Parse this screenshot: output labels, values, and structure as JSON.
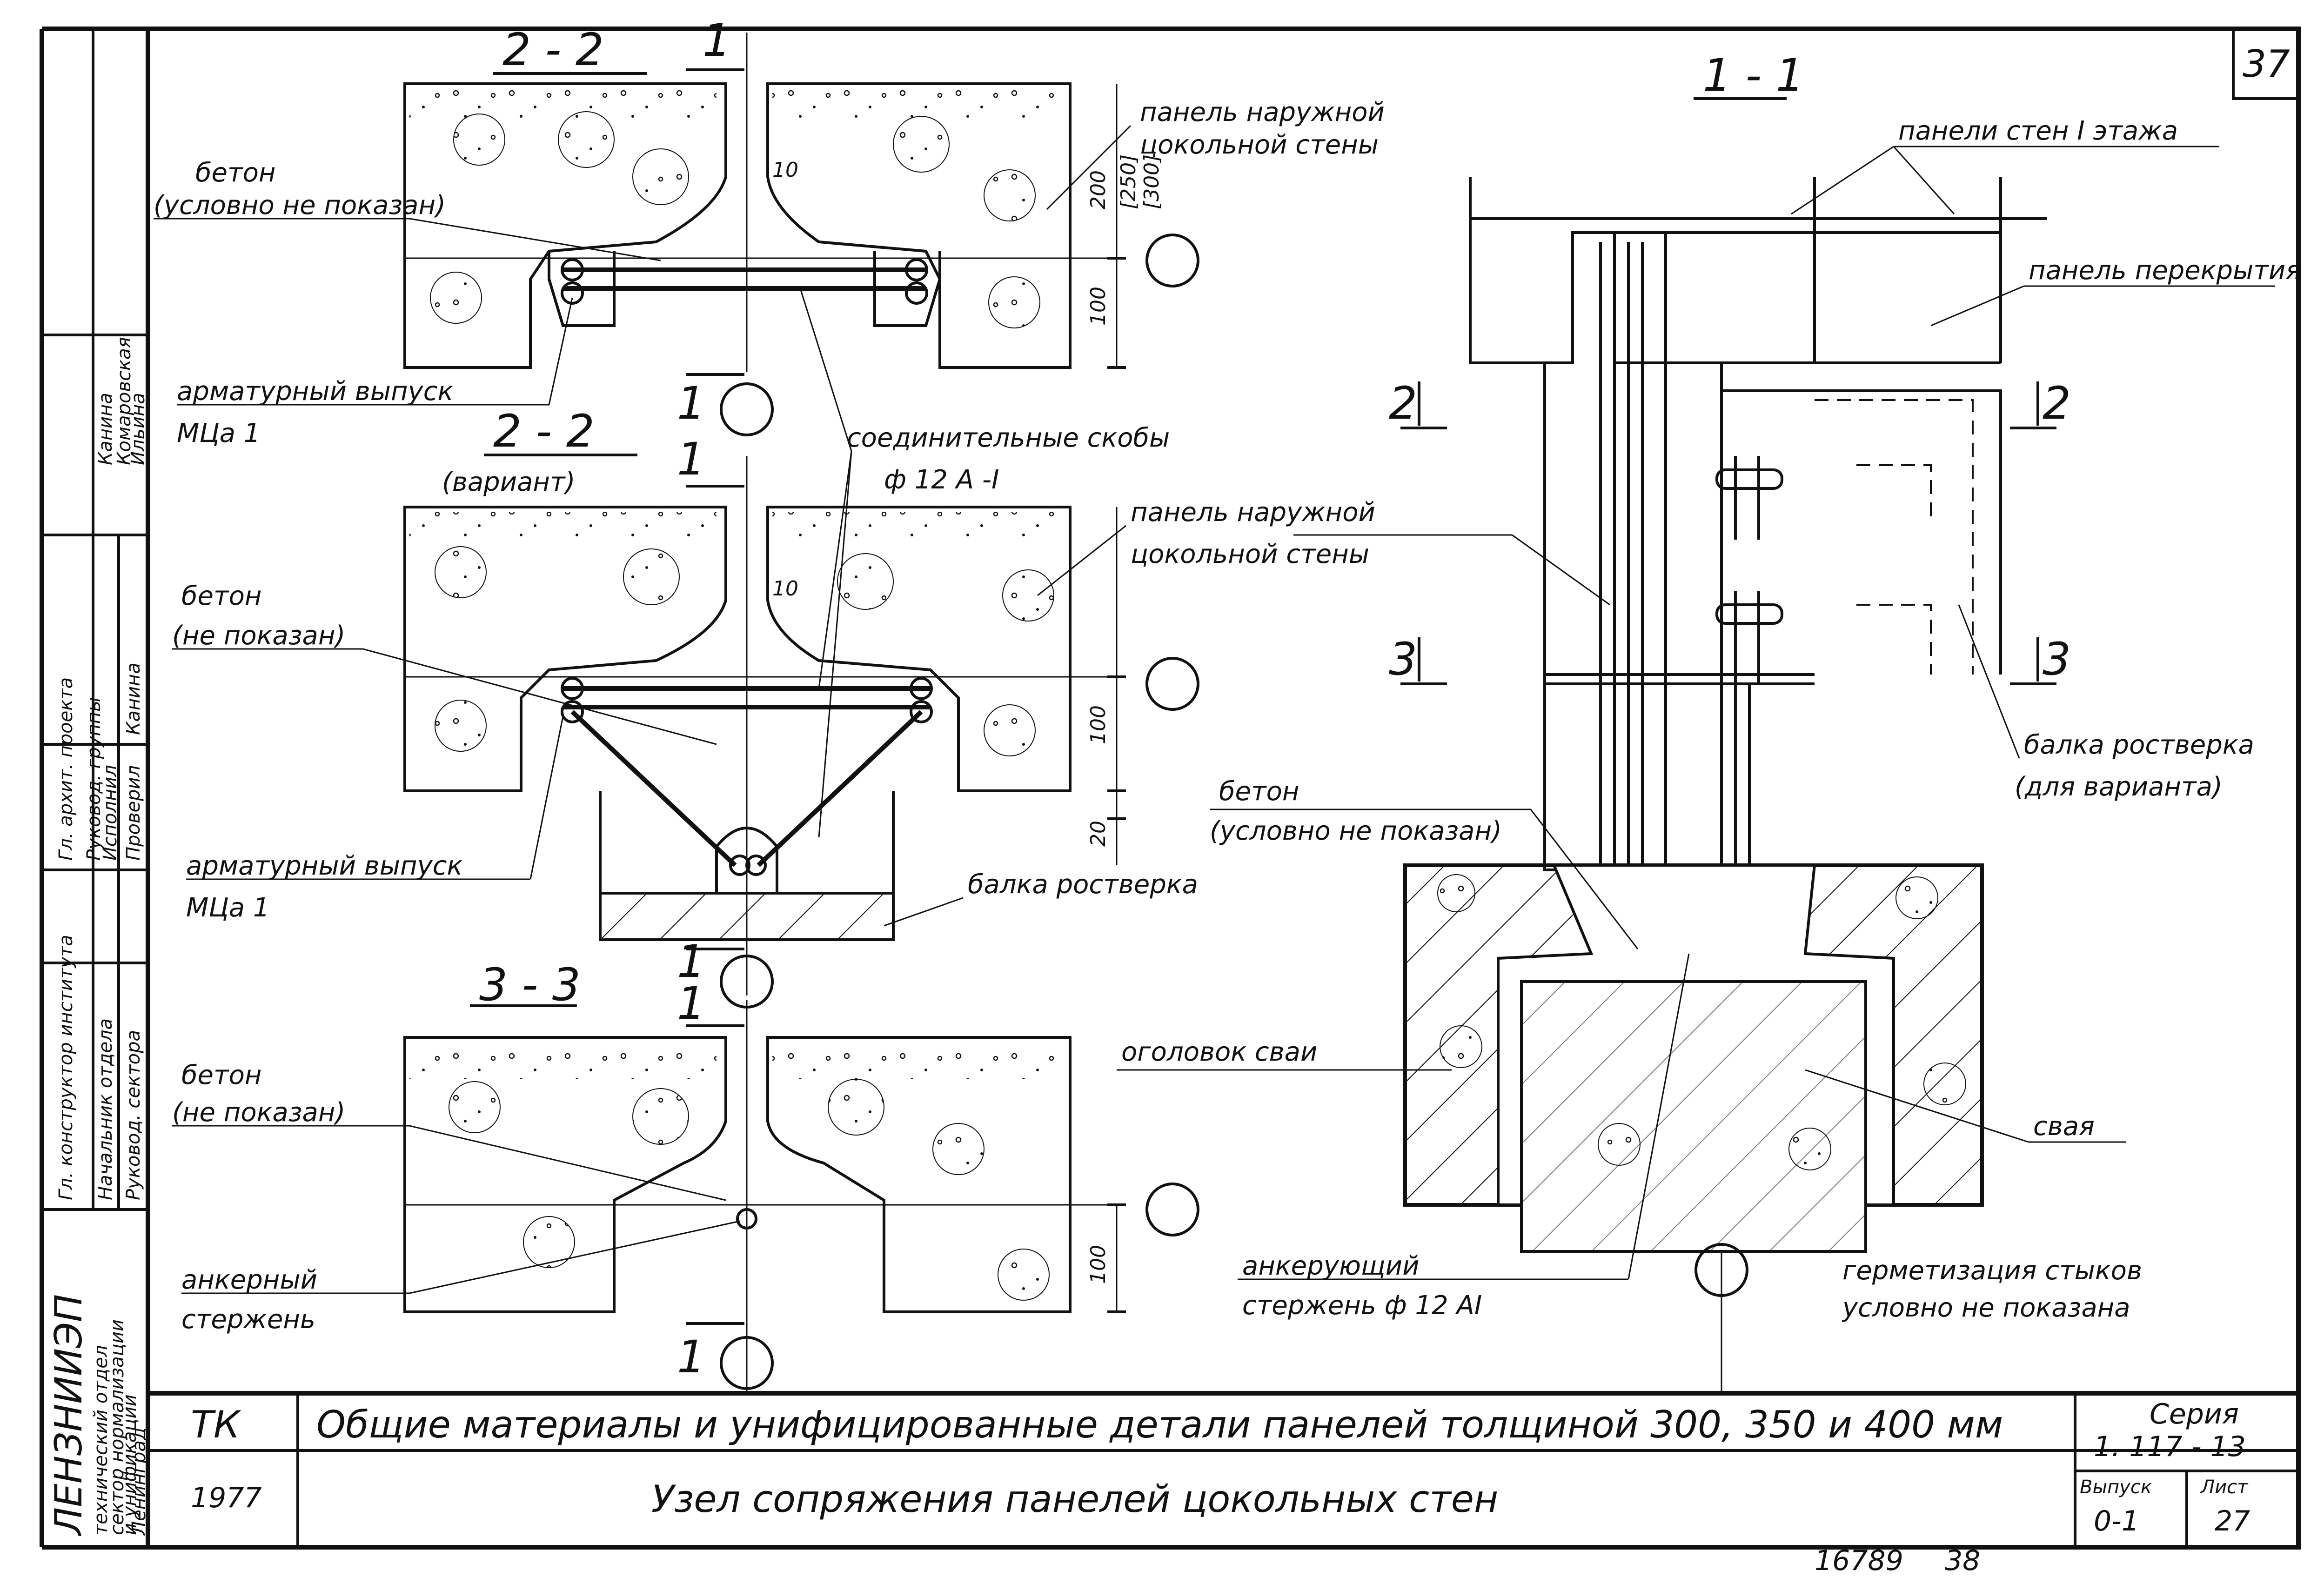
{
  "sheet_number": "37",
  "bottom_note": {
    "code": "16789",
    "page": "38"
  },
  "sections": {
    "s22_a": "2 - 2",
    "s22_b": "2 - 2",
    "s22_b_note": "(вариант)",
    "s33": "3 - 3",
    "s11": "1 - 1",
    "cut_1": "1",
    "cut_2": "2",
    "cut_3": "3"
  },
  "labels": {
    "beton_a1": "бетон",
    "beton_a2": "(условно не показан)",
    "panel_outer_a1": "панель наружной",
    "panel_outer_a2": "цокольной стены",
    "rebar_out_a1": "арматурный выпуск",
    "rebar_out_a2": "МЦа 1",
    "braces1": "соединительные скобы",
    "braces2": "ф 12 А -I",
    "panel_outer_b1": "панель наружной",
    "panel_outer_b2": "цокольной стены",
    "beton_b1": "бетон",
    "beton_b2": "(не показан)",
    "rebar_out_b1": "арматурный выпуск",
    "rebar_out_b2": "МЦа 1",
    "grillage_beam": "балка ростверка",
    "beton_c1": "бетон",
    "beton_c2": "(не показан)",
    "anchor_c1": "анкерный",
    "anchor_c2": "стержень",
    "wall_panels_1": "панели стен I этажа",
    "floor_panel": "панель перекрытия",
    "grillage_var1": "балка ростверка",
    "grillage_var2": "(для варианта)",
    "beton_d1": "бетон",
    "beton_d2": "(условно не показан)",
    "pile_head": "оголовок сваи",
    "pile": "свая",
    "anchor_d1": "анкерующий",
    "anchor_d2": "стержень ф 12 АI",
    "seal1": "герметизация стыков",
    "seal2": "условно не показана"
  },
  "dimensions": {
    "d200": "200",
    "d250": "[250]",
    "d300": "[300]",
    "d10a": "10",
    "d100a": "100",
    "d10b": "10",
    "d100b": "100",
    "d20": "20",
    "d100c": "100"
  },
  "stamp": {
    "org1": "технический отдел",
    "org2": "сектор нормализации",
    "org3": "и унификации",
    "org4": "Ленинград",
    "org0": "ЛЕНЗНИИЭП",
    "roles": [
      "Гл. конструктор института",
      "Начальник отдела",
      "Руковод. сектора",
      "Гл. архит. проекта",
      "Руковод. группы",
      "Исполнил",
      "Проверил"
    ],
    "names": [
      "Канина",
      "Комаровская",
      "Ильина",
      "Канина"
    ]
  },
  "title_block": {
    "org": "ТК",
    "year": "1977",
    "title": "Общие материалы и унифицированные детали панелей толщиной 300, 350 и 400 мм",
    "subtitle": "Узел сопряжения панелей цокольных стен",
    "series_label": "Серия",
    "series_value": "1. 117 - 13",
    "issue_label": "Выпуск",
    "issue_value": "0-1",
    "sheet_label": "Лист",
    "sheet_value": "27"
  }
}
